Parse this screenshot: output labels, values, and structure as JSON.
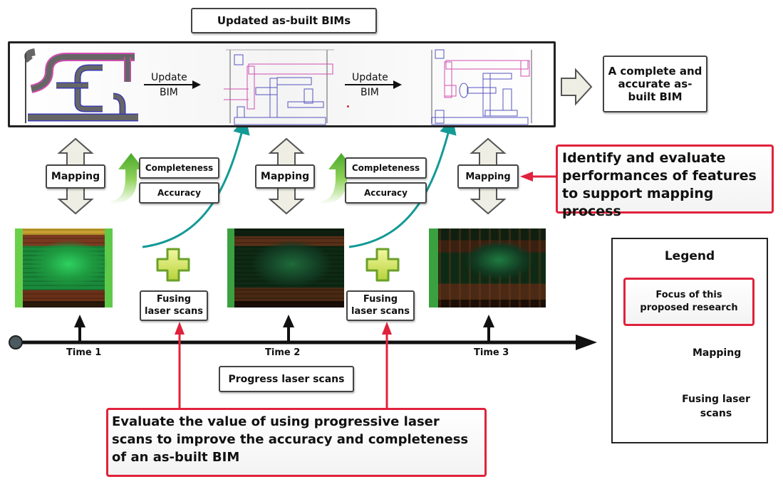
{
  "title_box": "Updated as-built BIMs",
  "bim_panel": {
    "update_labels": [
      {
        "top": "Update",
        "bottom": "BIM"
      },
      {
        "top": "Update",
        "bottom": "BIM"
      }
    ]
  },
  "result_box": "A complete and accurate as-built BIM",
  "mapping_groups": [
    {
      "mapping": "Mapping",
      "completeness": "Completeness",
      "accuracy": "Accuracy"
    },
    {
      "mapping": "Mapping",
      "completeness": "Completeness",
      "accuracy": "Accuracy"
    },
    {
      "mapping": "Mapping"
    }
  ],
  "identify_box": "Identify and evaluate performances of features to support mapping process",
  "fusing_boxes": [
    "Fusing laser scans",
    "Fusing laser scans"
  ],
  "timeline": {
    "times": [
      "Time 1",
      "Time 2",
      "Time 3"
    ]
  },
  "progress_box": "Progress laser scans",
  "evaluate_box": "Evaluate the value of using progressive laser scans to improve the accuracy and completeness of an as-built BIM",
  "legend": {
    "title": "Legend",
    "focus": "Focus of this proposed research",
    "mapping": "Mapping",
    "fusing": "Fusing laser scans"
  },
  "colors": {
    "accent_red": "#e0223c",
    "teal": "#149a96",
    "green": "#6cbf3a",
    "arrow_fill": "#eeeee4"
  }
}
